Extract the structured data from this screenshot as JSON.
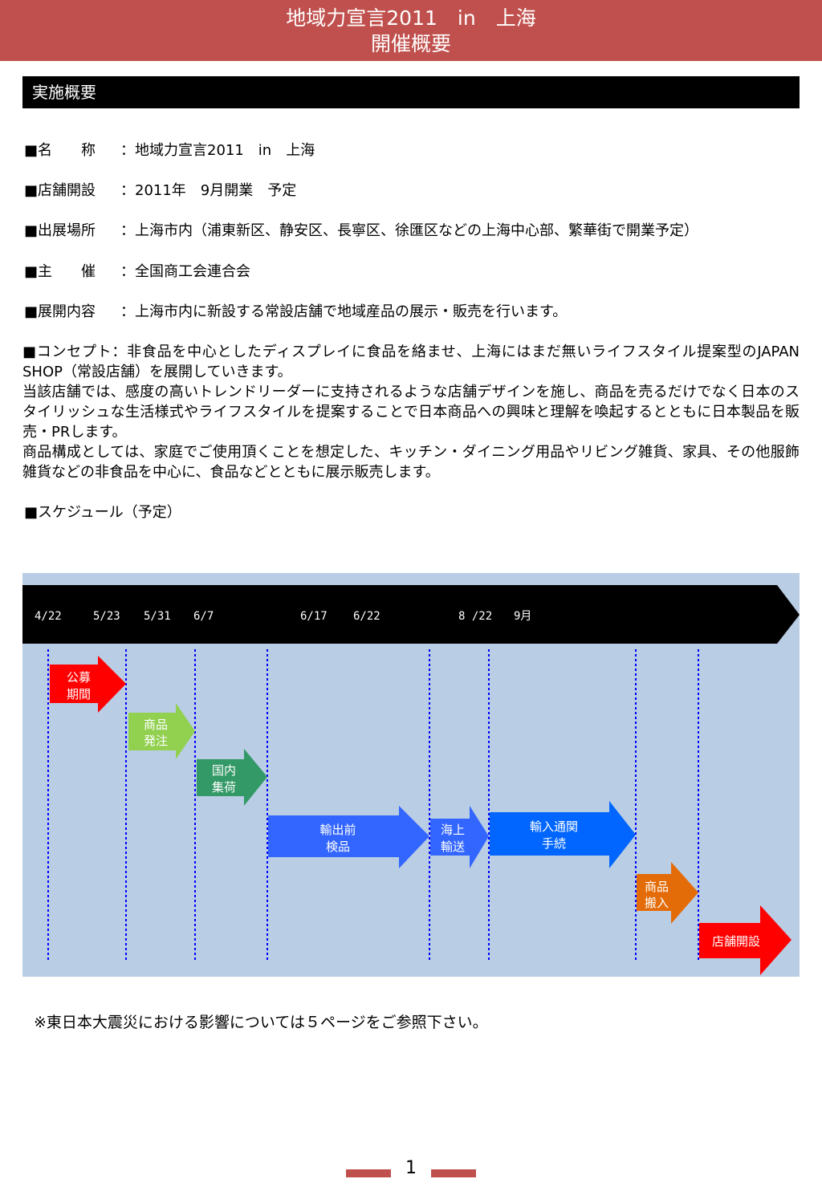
{
  "header": {
    "title_line1": "地域力宣言2011　in　上海",
    "title_line2": "開催概要"
  },
  "section": {
    "label": "実施概要"
  },
  "items": [
    {
      "label": "■名　　称",
      "value": "：地域力宣言2011　in　上海"
    },
    {
      "label": "■店舗開設",
      "value": "：2011年　9月開業　予定"
    },
    {
      "label": "■出展場所",
      "value": "：上海市内（浦東新区、静安区、長寧区、徐匯区などの上海中心部、繁華街で開業予定）"
    },
    {
      "label": "■主　　催",
      "value": "：全国商工会連合会"
    },
    {
      "label": "■展開内容",
      "value": "：上海市内に新設する常設店舗で地域産品の展示・販売を行います。"
    }
  ],
  "concept": {
    "p1": "■コンセプト：非食品を中心としたディスプレイに食品を絡ませ、上海にはまだ無いライフスタイル提案型のJAPAN SHOP（常設店舗）を展開していきます。",
    "p2": "当該店舗では、感度の高いトレンドリーダーに支持されるような店舗デザインを施し、商品を売るだけでなく日本のスタイリッシュな生活様式やライフスタイルを提案することで日本商品への興味と理解を喚起するとともに日本製品を販売・PRします。",
    "p3": "商品構成としては、家庭でご使用頂くことを想定した、キッチン・ダイニング用品やリビング雑貨、家具、その他服飾雑貨などの非食品を中心に、食品などとともに展示販売します。"
  },
  "schedule": {
    "heading": "■スケジュール（予定）",
    "dates": [
      "4/22",
      "5/23",
      "5/31",
      "6/7",
      "6/17",
      "6/22",
      "8 /22",
      "9月"
    ],
    "steps": [
      {
        "line1": "公募",
        "line2": "期間",
        "color": "#ff0000"
      },
      {
        "line1": "商品",
        "line2": "発注",
        "color": "#92d050"
      },
      {
        "line1": "国内",
        "line2": "集荷",
        "color": "#339966"
      },
      {
        "line1": "輸出前",
        "line2": "検品",
        "color": "#3366ff"
      },
      {
        "line1": "海上",
        "line2": "輸送",
        "color": "#3366ff"
      },
      {
        "line1": "輸入通関",
        "line2": "手続",
        "color": "#0066ff"
      },
      {
        "line1": "商品",
        "line2": "搬入",
        "color": "#e36c09"
      },
      {
        "line1": "店舗開設",
        "line2": "",
        "color": "#ff0000"
      }
    ]
  },
  "note": "※東日本大震災における影響については５ページをご参照下さい。",
  "footer": {
    "page": "1"
  }
}
